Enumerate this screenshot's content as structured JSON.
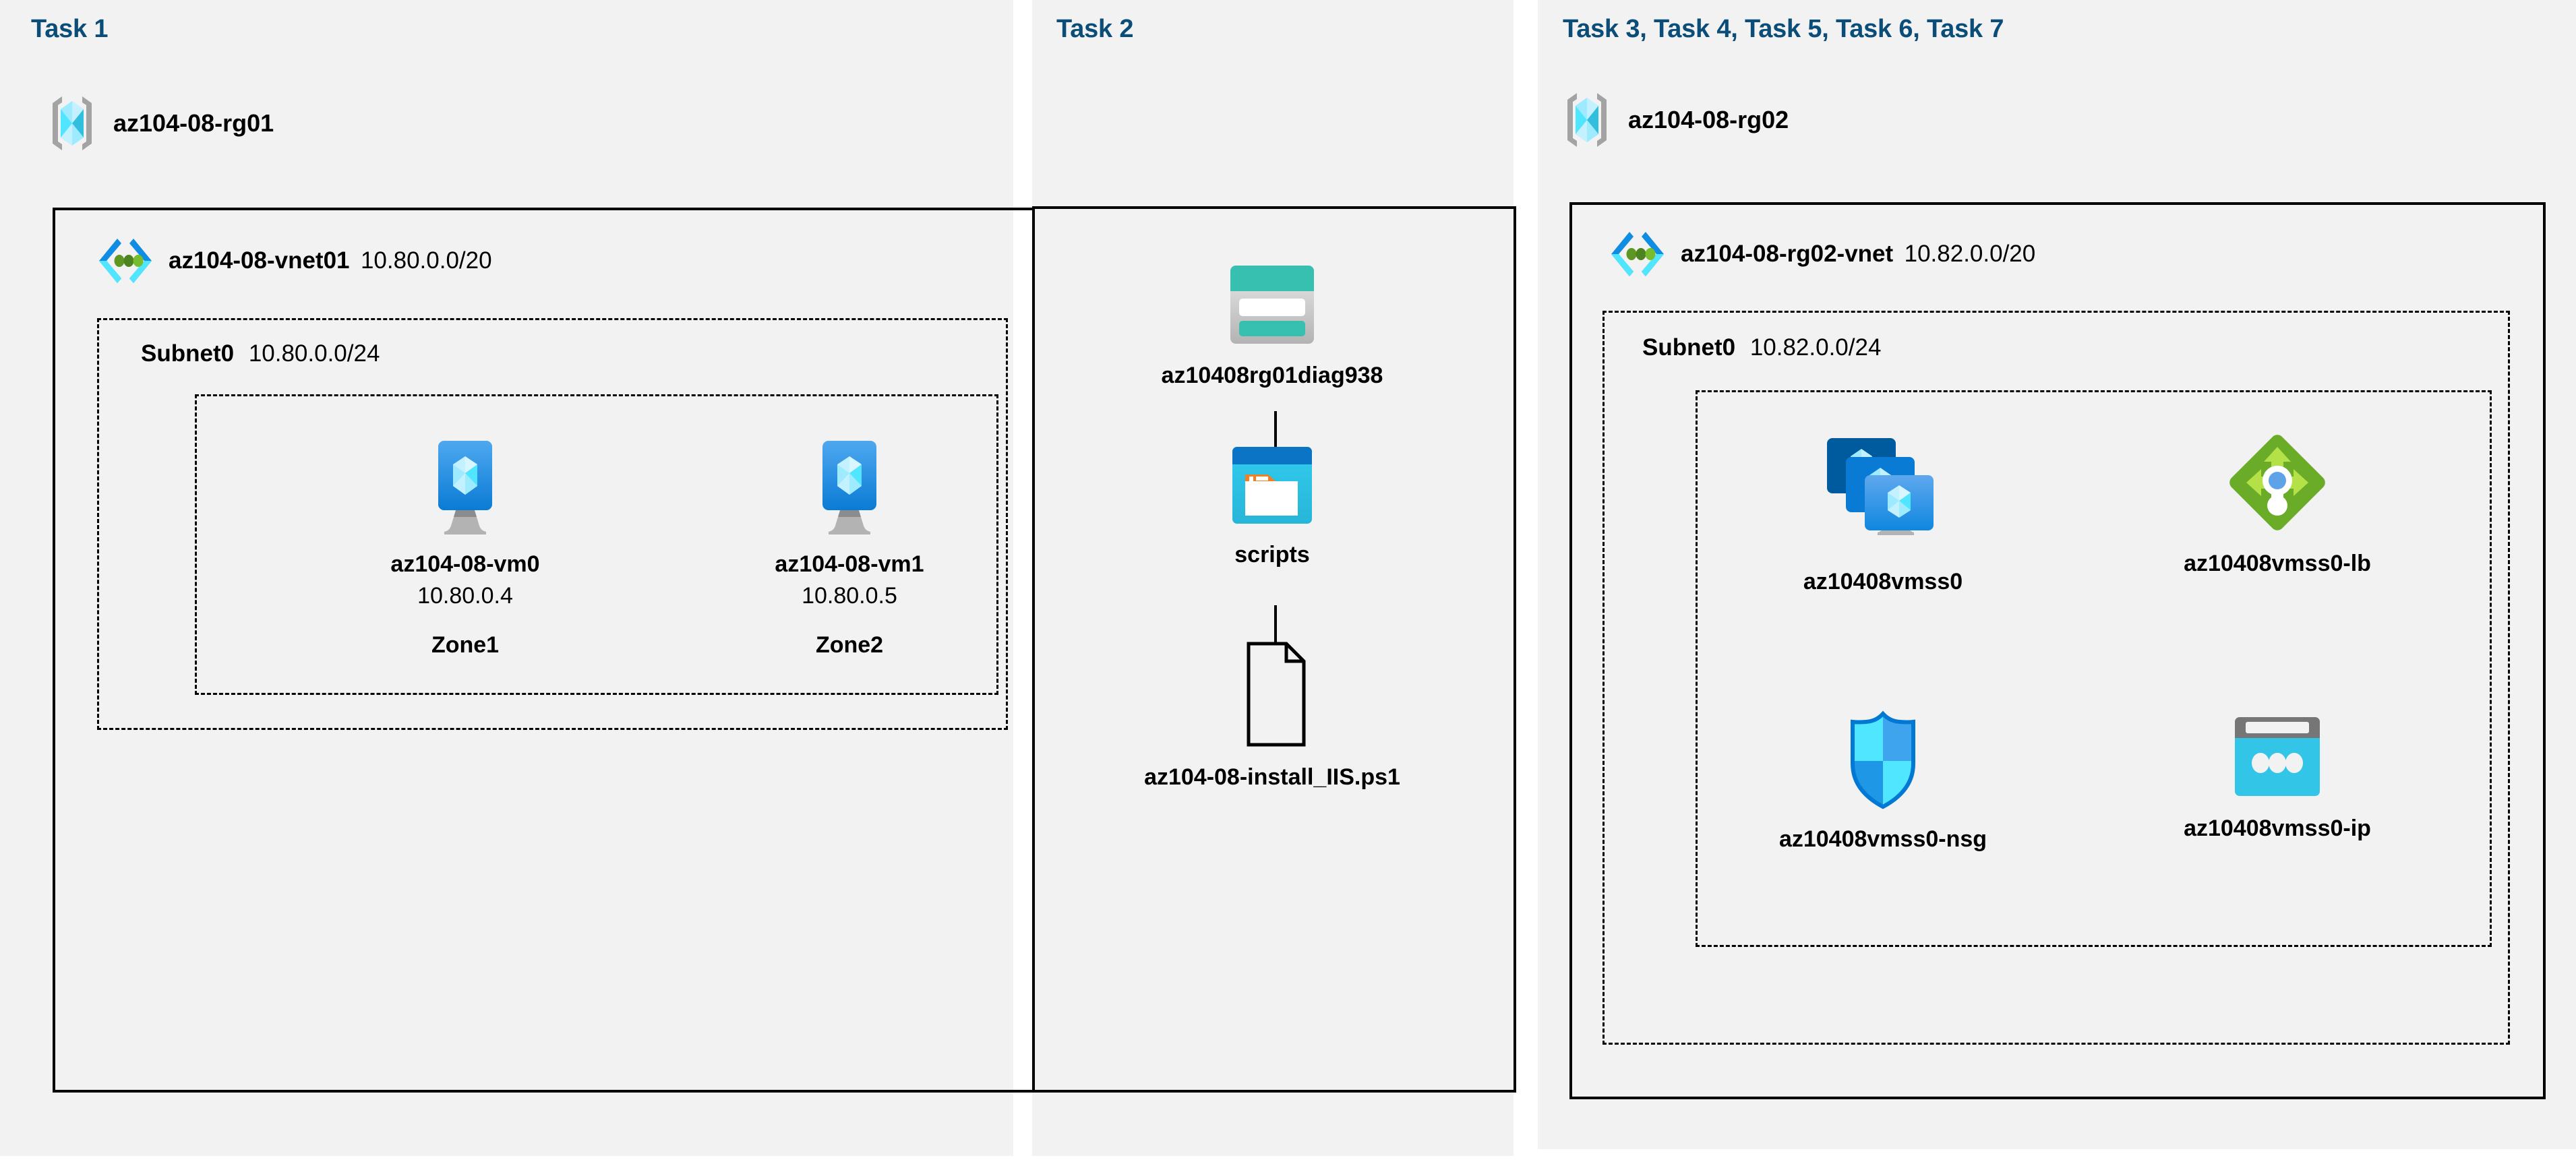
{
  "panels": {
    "task1": {
      "label": "Task 1",
      "resource_group": {
        "name": "az104-08-rg01",
        "icon": "resource-group-icon"
      },
      "vnet": {
        "name": "az104-08-vnet01",
        "cidr": "10.80.0.0/20",
        "icon": "virtual-network-icon"
      },
      "subnet": {
        "name": "Subnet0",
        "cidr": "10.80.0.0/24"
      },
      "vms": [
        {
          "name": "az104-08-vm0",
          "ip": "10.80.0.4",
          "zone": "Zone1",
          "icon": "virtual-machine-icon"
        },
        {
          "name": "az104-08-vm1",
          "ip": "10.80.0.5",
          "zone": "Zone2",
          "icon": "virtual-machine-icon"
        }
      ]
    },
    "task2": {
      "label": "Task 2",
      "items": [
        {
          "name": "az10408rg01diag938",
          "icon": "storage-account-icon"
        },
        {
          "name": "scripts",
          "icon": "blob-container-icon"
        },
        {
          "name": "az104-08-install_IIS.ps1",
          "icon": "script-file-icon"
        }
      ]
    },
    "task3": {
      "label": "Task 3, Task 4, Task 5, Task 6, Task 7",
      "resource_group": {
        "name": "az104-08-rg02",
        "icon": "resource-group-icon"
      },
      "vnet": {
        "name": "az104-08-rg02-vnet",
        "cidr": "10.82.0.0/20",
        "icon": "virtual-network-icon"
      },
      "subnet": {
        "name": "Subnet0",
        "cidr": "10.82.0.0/24"
      },
      "resources": [
        {
          "name": "az10408vmss0",
          "icon": "vm-scale-set-icon"
        },
        {
          "name": "az10408vmss0-lb",
          "icon": "load-balancer-icon"
        },
        {
          "name": "az10408vmss0-nsg",
          "icon": "network-security-group-icon"
        },
        {
          "name": "az10408vmss0-ip",
          "icon": "public-ip-address-icon"
        }
      ]
    }
  },
  "colors": {
    "task_label": "#0a4d79",
    "panel_background": "#f2f2f2",
    "border": "#000000",
    "azure_blue": "#0078d4",
    "azure_cyan": "#50e6ff",
    "vnet_green": "#5e9624",
    "lb_green": "#6aab28",
    "storage_teal": "#37bfb0",
    "nsg_cyan": "#32bedd",
    "pip_cyan": "#32c5e8"
  }
}
